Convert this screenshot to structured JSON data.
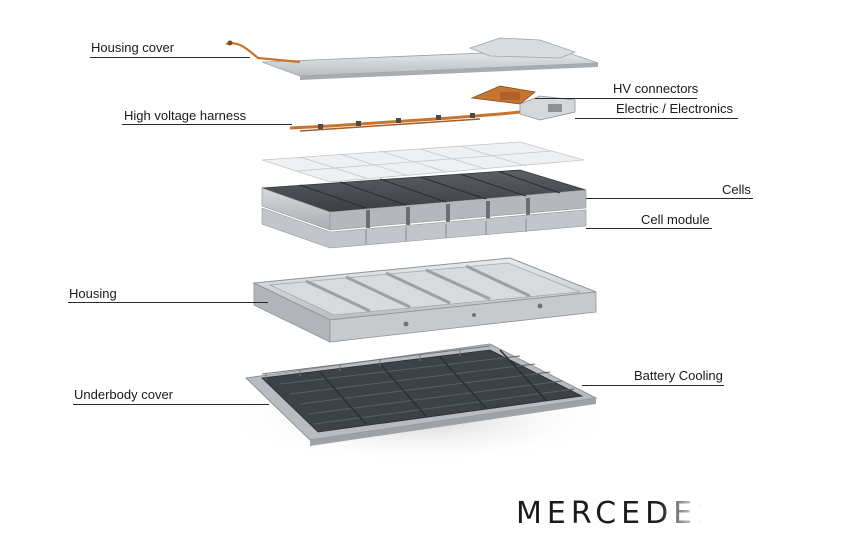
{
  "labels": {
    "housing_cover": "Housing cover",
    "hv_connectors": "HV connectors",
    "high_voltage_harness": "High voltage harness",
    "electric_electronics": "Electric / Electronics",
    "cells": "Cells",
    "cell_module": "Cell module",
    "housing": "Housing",
    "underbody_cover": "Underbody cover",
    "battery_cooling": "Battery Cooling"
  },
  "brand": {
    "logo_text": "MERCEDES"
  },
  "colors": {
    "copper": "#c7742f",
    "aluminum": "#c9cccf",
    "cell_dark": "#4b4f54",
    "cooling_dark": "#3d4247",
    "line": "#2a2a2a"
  }
}
